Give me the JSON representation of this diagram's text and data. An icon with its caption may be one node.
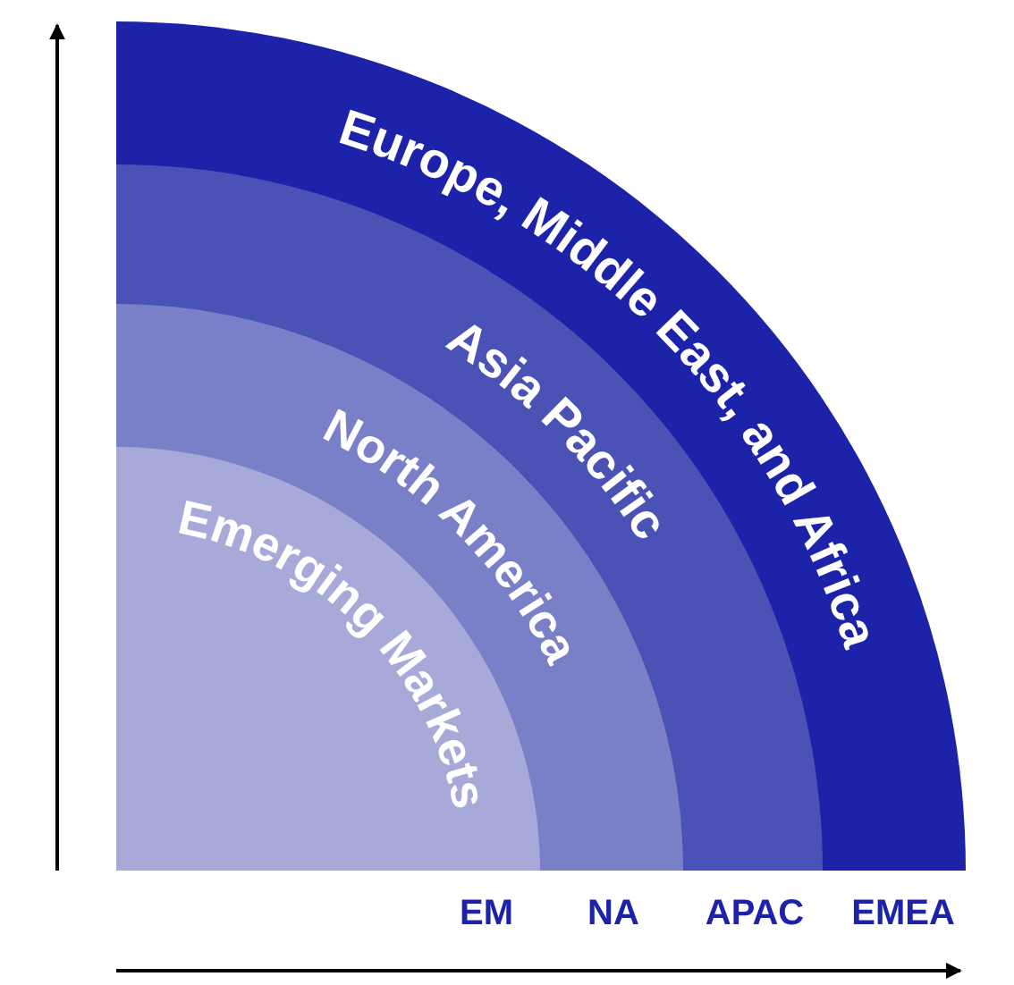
{
  "diagram": {
    "nodes": [
      {
        "text": [
          "Europe, Middle East, and Africa"
        ]
      },
      {
        "text": [
          "Asia Pacific"
        ]
      },
      {
        "text": [
          "North America"
        ]
      },
      {
        "text": [
          "Emerging Markets"
        ]
      }
    ],
    "labels": [
      "EM",
      "NA",
      "APAC",
      "EMEA"
    ]
  }
}
